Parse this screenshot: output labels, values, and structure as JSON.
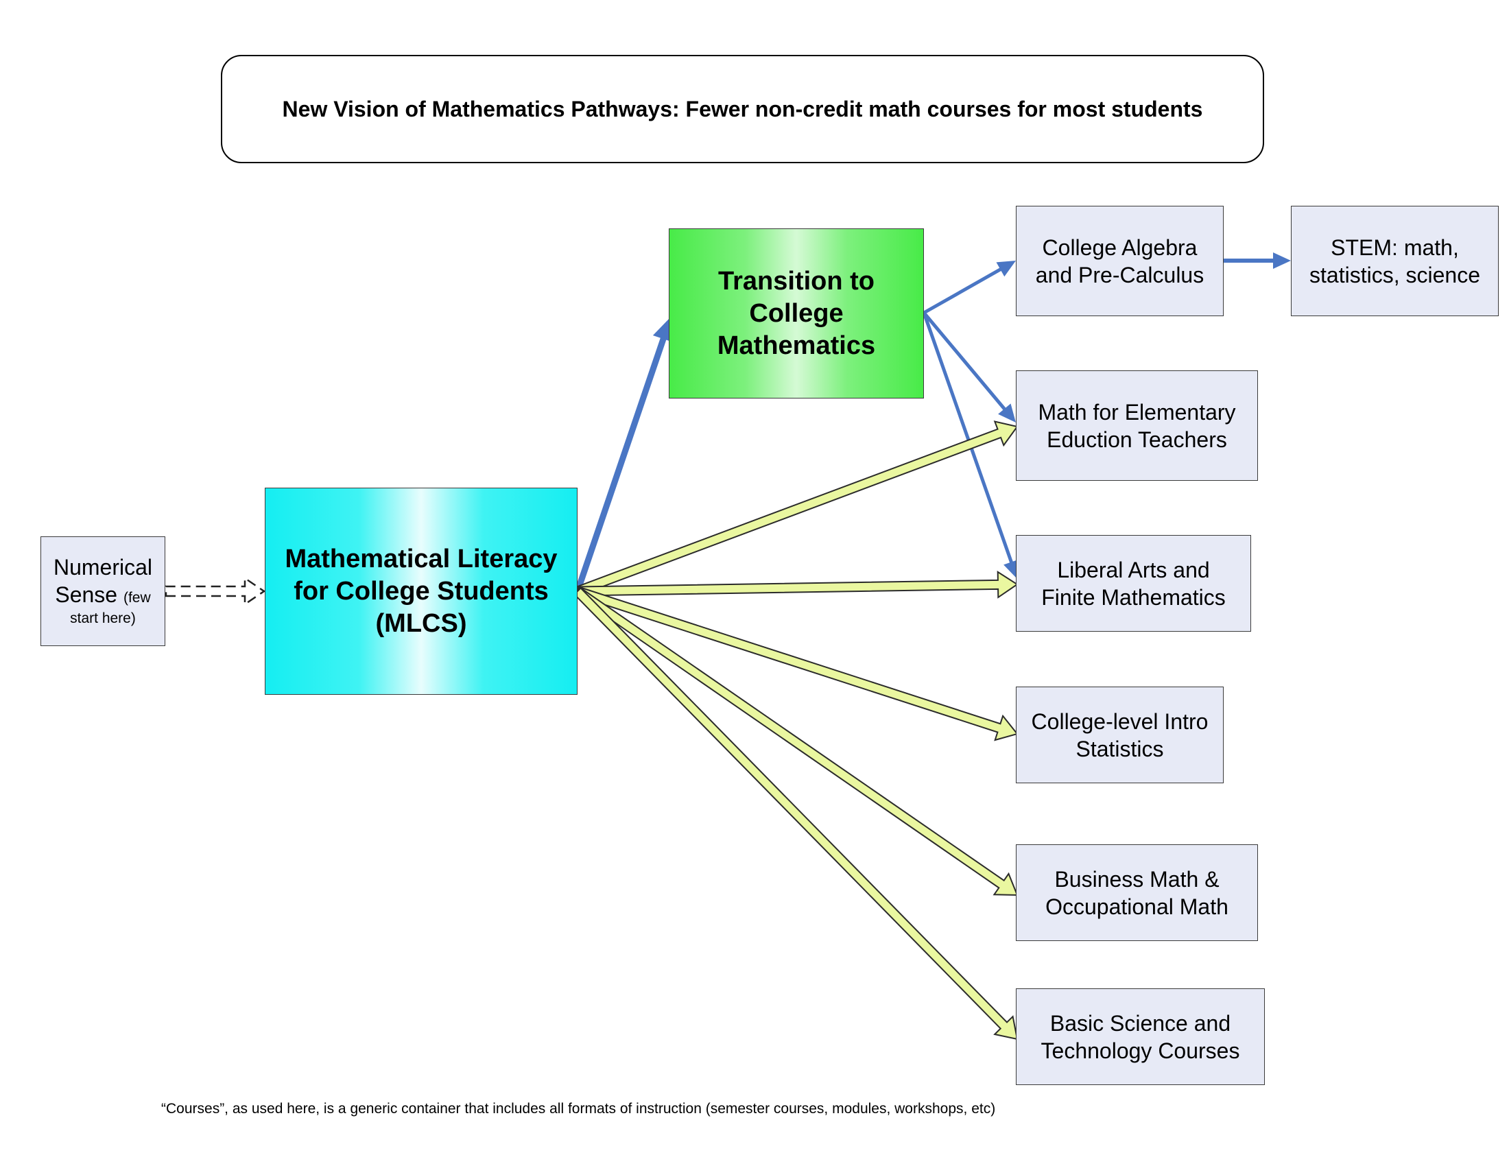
{
  "title": "New Vision of Mathematics Pathways: Fewer non-credit math courses for most students",
  "nodes": {
    "numerical_sense": {
      "line1": "Numerical",
      "line2": "Sense",
      "note1": "(few",
      "note2": "start here)"
    },
    "mlcs": {
      "line1": "Mathematical Literacy",
      "line2": "for College Students",
      "line3": "(MLCS)"
    },
    "transition": {
      "line1": "Transition to",
      "line2": "College",
      "line3": "Mathematics"
    },
    "college_algebra": {
      "line1": "College Algebra",
      "line2": "and Pre-Calculus"
    },
    "stem": {
      "line1": "STEM: math,",
      "line2": "statistics, science"
    },
    "elementary_teachers": {
      "line1": "Math for Elementary",
      "line2": "Eduction Teachers"
    },
    "liberal_arts": {
      "line1": "Liberal Arts and",
      "line2": "Finite Mathematics"
    },
    "intro_statistics": {
      "line1": "College-level Intro",
      "line2": "Statistics"
    },
    "business_math": {
      "line1": "Business Math &",
      "line2": "Occupational Math"
    },
    "basic_science": {
      "line1": "Basic Science and",
      "line2": "Technology Courses"
    }
  },
  "footnote": "“Courses”, as used here, is a generic container that includes all formats of instruction (semester courses, modules, workshops, etc)",
  "colors": {
    "blue_arrow": "#4a76c4",
    "yellow_arrow_fill": "#eaf7a0",
    "yellow_arrow_stroke": "#2b2b2b",
    "node_fill": "#e7eaf6",
    "mlcs_fill": "#15eef2",
    "transition_fill": "#48eb48"
  },
  "edges": [
    {
      "from": "numerical_sense",
      "to": "mlcs",
      "style": "dashed-hollow"
    },
    {
      "from": "mlcs",
      "to": "transition",
      "style": "blue"
    },
    {
      "from": "transition",
      "to": "college_algebra",
      "style": "blue"
    },
    {
      "from": "college_algebra",
      "to": "stem",
      "style": "blue"
    },
    {
      "from": "transition",
      "to": "elementary_teachers",
      "style": "blue"
    },
    {
      "from": "transition",
      "to": "liberal_arts",
      "style": "blue"
    },
    {
      "from": "mlcs",
      "to": "elementary_teachers",
      "style": "yellow-hollow"
    },
    {
      "from": "mlcs",
      "to": "liberal_arts",
      "style": "yellow-hollow"
    },
    {
      "from": "mlcs",
      "to": "intro_statistics",
      "style": "yellow-hollow"
    },
    {
      "from": "mlcs",
      "to": "business_math",
      "style": "yellow-hollow"
    },
    {
      "from": "mlcs",
      "to": "basic_science",
      "style": "yellow-hollow"
    }
  ]
}
